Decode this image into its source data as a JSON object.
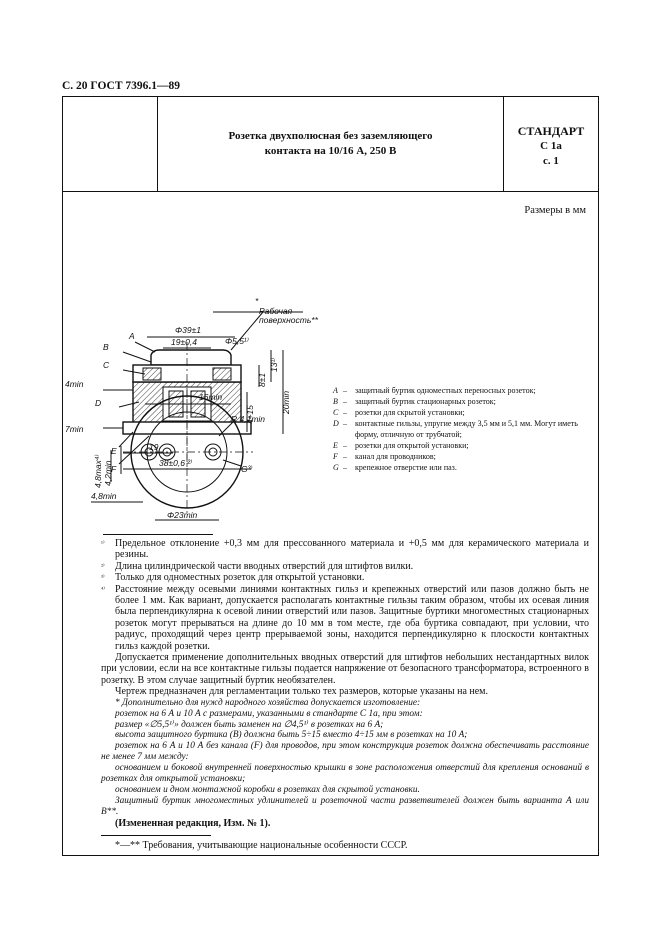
{
  "header": "С. 20 ГОСТ 7396.1—89",
  "title": {
    "line1": "Розетка двухполюсная без заземляющего",
    "line2": "контакта на 10/16 А, 250 В"
  },
  "standard": {
    "label": "СТАНДАРТ",
    "code": "С 1а",
    "page": "с. 1"
  },
  "sizes_note": "Размеры в мм",
  "drawing_labels": {
    "phi39": "Φ39±1",
    "d19": "19±0,4",
    "phi55": "Φ5,5¹⁾",
    "star": "*",
    "work1": "Рабочая",
    "work2": "поверхность**",
    "A": "A",
    "B": "B",
    "C": "C",
    "D": "D",
    "E": "E",
    "F": "F",
    "G": "G³⁾",
    "min4": "4min",
    "min7": "7min",
    "h8": "8±1",
    "h13": "13¹⁾",
    "min20": "20min",
    "r415": "4÷15",
    "b19": "19",
    "b38": "38±0,6 ²⁾",
    "min16": "16min",
    "r41": "R 4,1min",
    "max48": "4,8max⁴⁾",
    "min42": "4,2min",
    "min48": "4,8min",
    "phi23": "Φ23min"
  },
  "legend": [
    {
      "key": "A",
      "text": "защитный буртик одноместных переносных розеток;"
    },
    {
      "key": "B",
      "text": "защитный буртик стационарных розеток;"
    },
    {
      "key": "C",
      "text": "розетки для скрытой установки;"
    },
    {
      "key": "D",
      "text": "контактные гильзы, упругие между 3,5 мм и 5,1 мм. Могут иметь форму, отличную от трубчатой;"
    },
    {
      "key": "E",
      "text": "розетки для открытой установки;"
    },
    {
      "key": "F",
      "text": "канал для проводников;"
    },
    {
      "key": "G",
      "text": "крепежное отверстие или паз."
    }
  ],
  "dash": "–",
  "footnotes": [
    {
      "mark": "¹⁾",
      "text": "Предельное отклонение +0,3 мм для прессованного материала и +0,5 мм для керамического материала и резины."
    },
    {
      "mark": "²⁾",
      "text": "Длина цилиндрической части вводных отверстий для штифтов вилки."
    },
    {
      "mark": "³⁾",
      "text": "Только для одноместных розеток для открытой установки."
    },
    {
      "mark": "⁴⁾",
      "text": "Расстояние между осевыми линиями контактных гильз и крепежных отверстий или пазов должно быть не более 1 мм. Как вариант, допускается располагать контактные гильзы таким образом, чтобы их осевая линия была перпендикулярна к осевой линии отверстий или пазов. Защитные буртики многоместных стационарных розеток могут прерываться на длине до 10 мм в том месте, где оба буртика совпадают, при условии, что радиус, проходящий через центр прерываемой зоны, находится перпендикулярно к плоскости контактных гильз каждой розетки."
    }
  ],
  "para1": "Допускается применение дополнительных вводных отверстий для штифтов небольших нестандартных вилок при условии, если на все контактные гильзы подается напряжение от безопасного трансформатора, встроенного в розетку. В этом случае защитный буртик необязателен.",
  "para2": "Чертеж предназначен для регламентации только тех размеров, которые указаны на нем.",
  "italic_lines": [
    "* Дополнительно для нужд народного хозяйства допускается изготовление:",
    "розеток на 6 А и 10 А с размерами, указанными в стандарте С 1а, при этом:",
    "размер «∅5,5¹⁾» должен быть заменен на ∅4,5¹⁾ в розетках на 6 А;",
    "высота защитного буртика (В) должна быть 5÷15 вместо 4÷15 мм в розетках на 10 А;",
    "розеток на 6 А и 10 А без канала (F) для проводов, при этом конструкция розеток должна обеспечивать расстояние не менее 7 мм между:",
    "основанием и боковой внутренней поверхностью крышки в зоне расположения отверстий для крепления оснований в розетках для открытой установки;",
    "основанием и дном монтажной коробки в розетках для скрытой установки.",
    "Защитный буртик многоместных удлинителей и розеточной части разветвителей должен быть варианта А или В**."
  ],
  "change": "(Измененная редакция, Изм. № 1).",
  "footer_note": "*—** Требования, учитывающие национальные особенности СССР."
}
